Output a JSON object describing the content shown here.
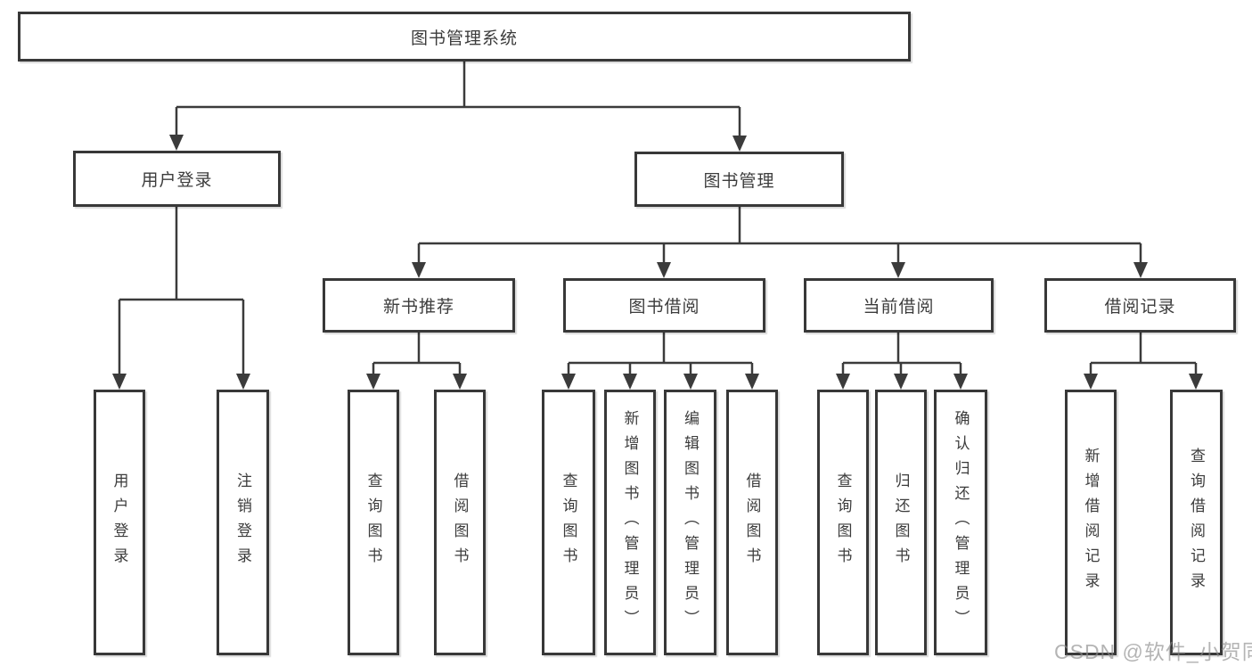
{
  "page": {
    "background": "#ffffff"
  },
  "colors": {
    "line": "#3b3b3b",
    "box_border": "#383838",
    "text": "#3c3c3c",
    "watermark": "#8c8c8c"
  },
  "watermark": {
    "text": "CSDN @软件_小贺同学"
  },
  "diagram": {
    "type": "hierarchy-tree",
    "root": {
      "label": "图书管理系统"
    },
    "level2": [
      {
        "label": "用户登录"
      },
      {
        "label": "图书管理"
      }
    ],
    "level3": [
      {
        "label": "新书推荐"
      },
      {
        "label": "图书借阅"
      },
      {
        "label": "当前借阅"
      },
      {
        "label": "借阅记录"
      }
    ],
    "leaves": {
      "user_login": [
        {
          "label": "用户登录"
        },
        {
          "label": "注销登录"
        }
      ],
      "new_book": [
        {
          "label": "查询图书"
        },
        {
          "label": "借阅图书"
        }
      ],
      "book_borrow": [
        {
          "label": "查询图书"
        },
        {
          "label": "新增图书（管理员）"
        },
        {
          "label": "编辑图书（管理员）"
        },
        {
          "label": "借阅图书"
        }
      ],
      "current_borrow": [
        {
          "label": "查询图书"
        },
        {
          "label": "归还图书"
        },
        {
          "label": "确认归还（管理员）"
        }
      ],
      "borrow_record": [
        {
          "label": "新增借阅记录"
        },
        {
          "label": "查询借阅记录"
        }
      ]
    }
  }
}
